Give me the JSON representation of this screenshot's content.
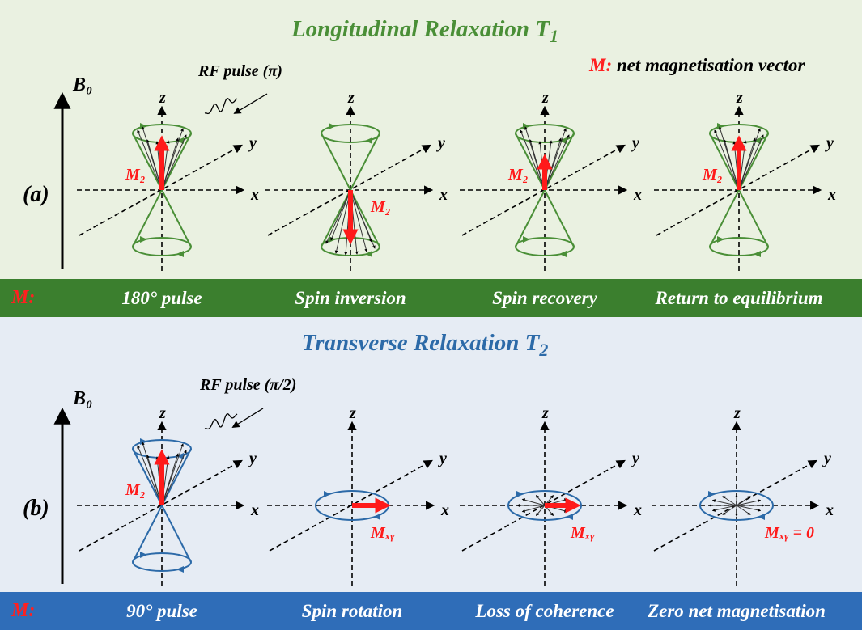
{
  "panel_a": {
    "title_main": "Longitudinal Relaxation T",
    "title_sub": "1",
    "legend_symbol": "M:",
    "legend_text": "net magnetisation vector",
    "label": "(a)",
    "field": "B₀",
    "rf_pulse": "RF pulse (π)",
    "band_symbol": "M:",
    "captions": [
      "180° pulse",
      "Spin inversion",
      "Spin recovery",
      "Return to equilibrium"
    ],
    "vector_labels": [
      "M₂",
      "M₂",
      "M₂",
      "M₂"
    ]
  },
  "panel_b": {
    "title_main": "Transverse Relaxation T",
    "title_sub": "2",
    "label": "(b)",
    "field": "B₀",
    "rf_pulse": "RF pulse (π/2)",
    "band_symbol": "M:",
    "captions": [
      "90° pulse",
      "Spin rotation",
      "Loss of coherence",
      "Zero net magnetisation"
    ],
    "vector_labels": [
      "M₂",
      "Mₓᵧ",
      "Mₓᵧ",
      "Mₓᵧ = 0"
    ]
  },
  "axes": {
    "x": "x",
    "y": "y",
    "z": "z"
  },
  "colors": {
    "t1_green": "#4a8f37",
    "t2_blue": "#2c6aa8",
    "vector_red": "#ff1a1a",
    "band_green": "#3b7f2e",
    "band_blue": "#2f6db8"
  }
}
